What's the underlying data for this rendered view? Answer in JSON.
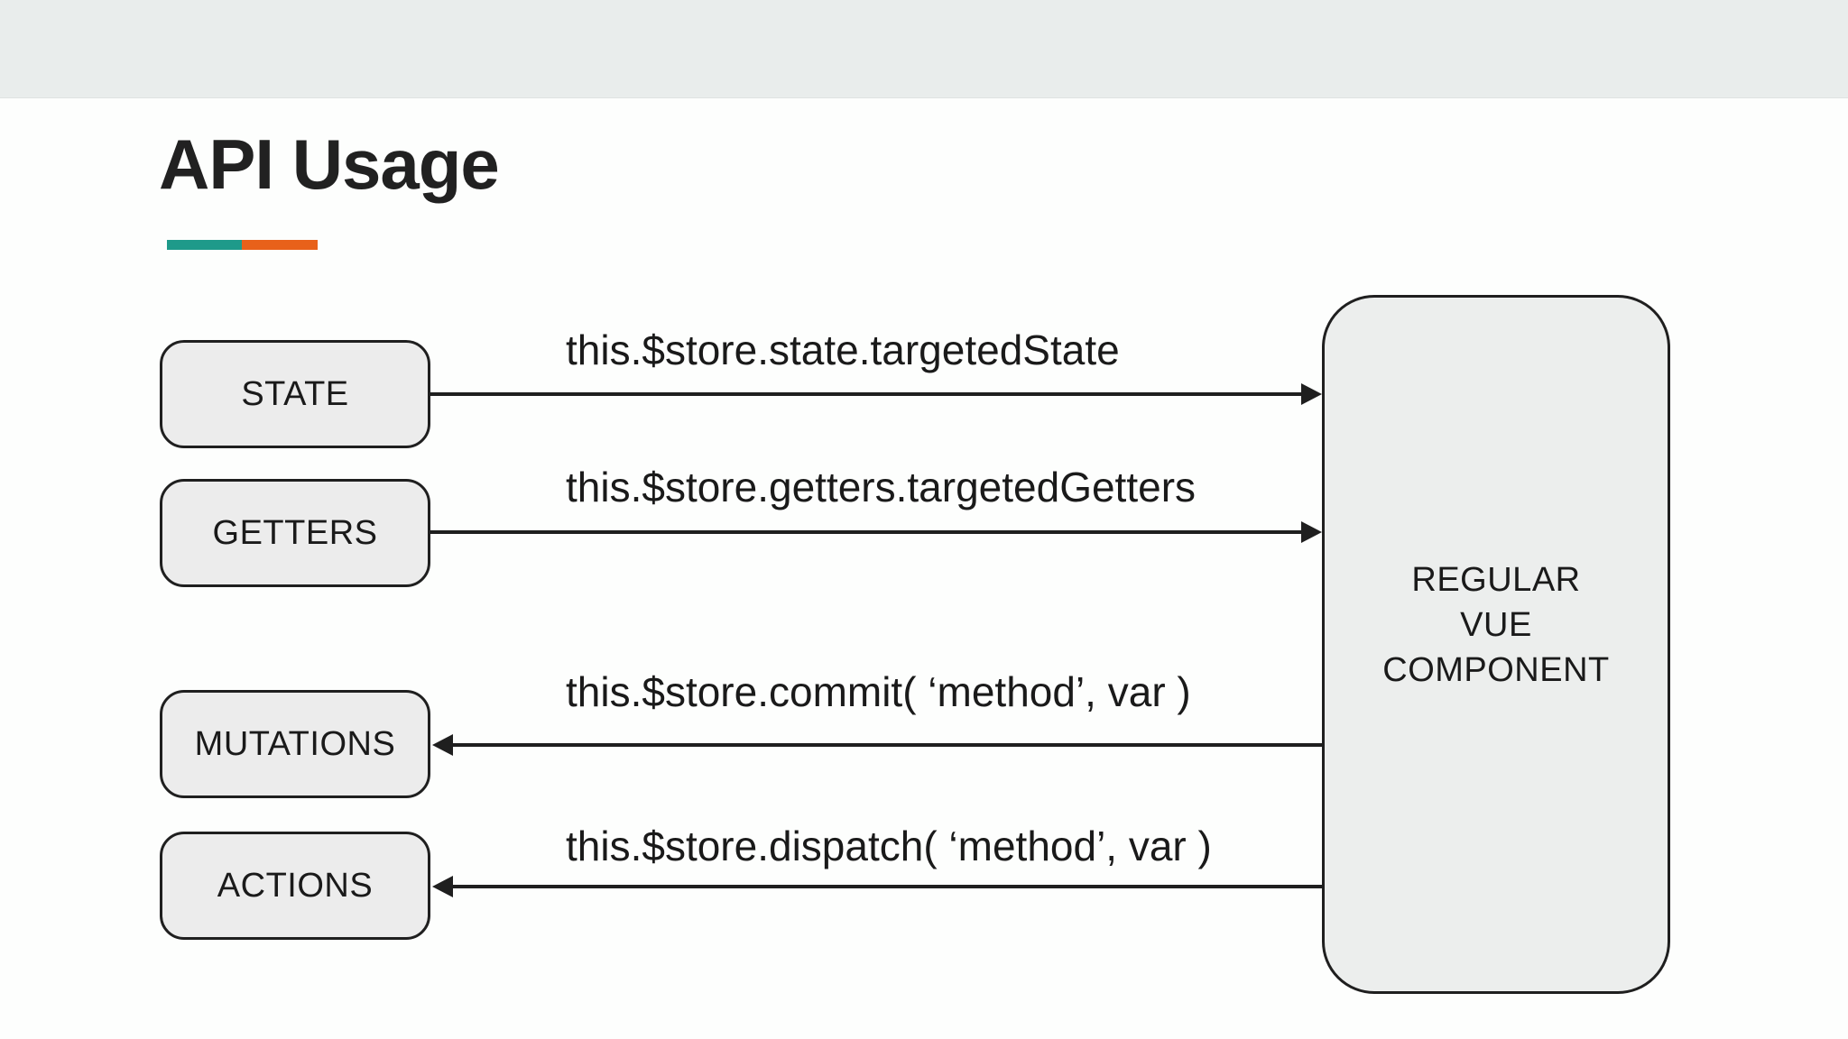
{
  "slide": {
    "title": "API Usage"
  },
  "accent": {
    "teal": "#1e9a8a",
    "orange": "#e8611a"
  },
  "diagram": {
    "component": {
      "lines": [
        "REGULAR",
        "VUE",
        "COMPONENT"
      ]
    },
    "rows": [
      {
        "box": "STATE",
        "code": "this.$store.state.targetedState",
        "direction": "to-component"
      },
      {
        "box": "GETTERS",
        "code": "this.$store.getters.targetedGetters",
        "direction": "to-component"
      },
      {
        "box": "MUTATIONS",
        "code": "this.$store.commit( ‘method’, var )",
        "direction": "from-component"
      },
      {
        "box": "ACTIONS",
        "code": "this.$store.dispatch( ‘method’, var )",
        "direction": "from-component"
      }
    ]
  }
}
